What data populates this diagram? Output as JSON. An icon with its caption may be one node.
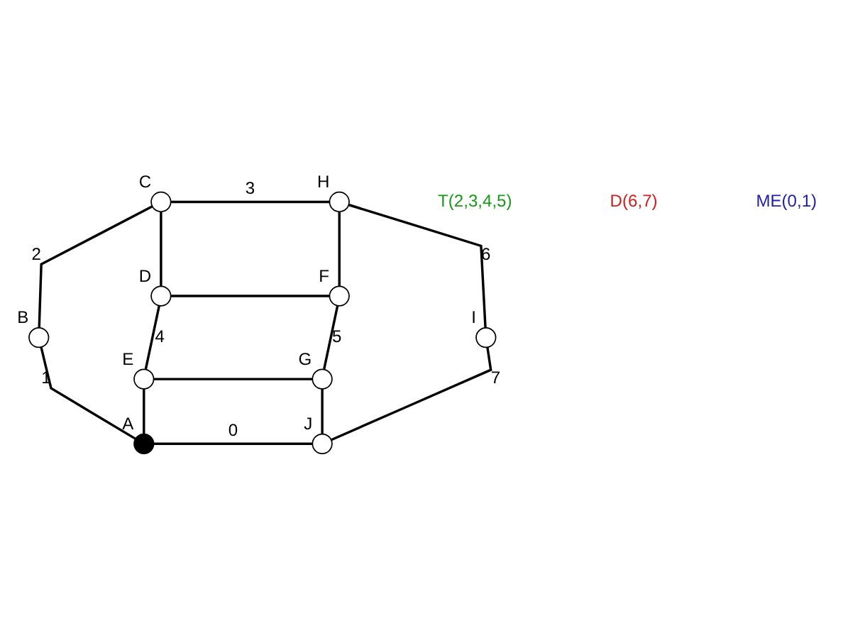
{
  "diagram": {
    "nodes": [
      {
        "text": [],
        "shape": "circle",
        "beside": [
          "A"
        ]
      },
      {
        "text": [],
        "shape": "circle",
        "beside": [
          "B"
        ]
      },
      {
        "text": [],
        "shape": "circle",
        "beside": [
          "C"
        ]
      },
      {
        "text": [],
        "shape": "circle",
        "beside": [
          "D"
        ]
      },
      {
        "text": [],
        "shape": "circle",
        "beside": [
          "E"
        ]
      },
      {
        "text": [],
        "shape": "circle",
        "beside": [
          "F"
        ]
      },
      {
        "text": [],
        "shape": "circle",
        "beside": [
          "G"
        ]
      },
      {
        "text": [],
        "shape": "circle",
        "beside": [
          "H"
        ]
      },
      {
        "text": [],
        "shape": "circle",
        "beside": [
          "I"
        ]
      },
      {
        "text": [],
        "shape": "circle",
        "beside": [
          "J"
        ]
      }
    ],
    "edges": [
      {
        "from": 0,
        "to": 9,
        "arrow": "none",
        "label": "0"
      },
      {
        "from": 0,
        "to": 1,
        "arrow": "none",
        "label": "1"
      },
      {
        "from": 1,
        "to": 2,
        "arrow": "none",
        "label": "2"
      },
      {
        "from": 2,
        "to": 7,
        "arrow": "none",
        "label": "3"
      },
      {
        "from": 3,
        "to": 4,
        "arrow": "none",
        "label": "4"
      },
      {
        "from": 5,
        "to": 6,
        "arrow": "none",
        "label": "5"
      },
      {
        "from": 7,
        "to": 8,
        "arrow": "none",
        "label": "6"
      },
      {
        "from": 8,
        "to": 9,
        "arrow": "none",
        "label": "7"
      },
      {
        "from": 2,
        "to": 3,
        "arrow": "none"
      },
      {
        "from": 3,
        "to": 5,
        "arrow": "none"
      },
      {
        "from": 5,
        "to": 7,
        "arrow": "none"
      },
      {
        "from": 0,
        "to": 4,
        "arrow": "none"
      },
      {
        "from": 4,
        "to": 6,
        "arrow": "none"
      },
      {
        "from": 6,
        "to": 9,
        "arrow": "none"
      }
    ],
    "labels": [
      "T(2,3,4,5)",
      "D(6,7)",
      "ME(0,1)"
    ]
  }
}
